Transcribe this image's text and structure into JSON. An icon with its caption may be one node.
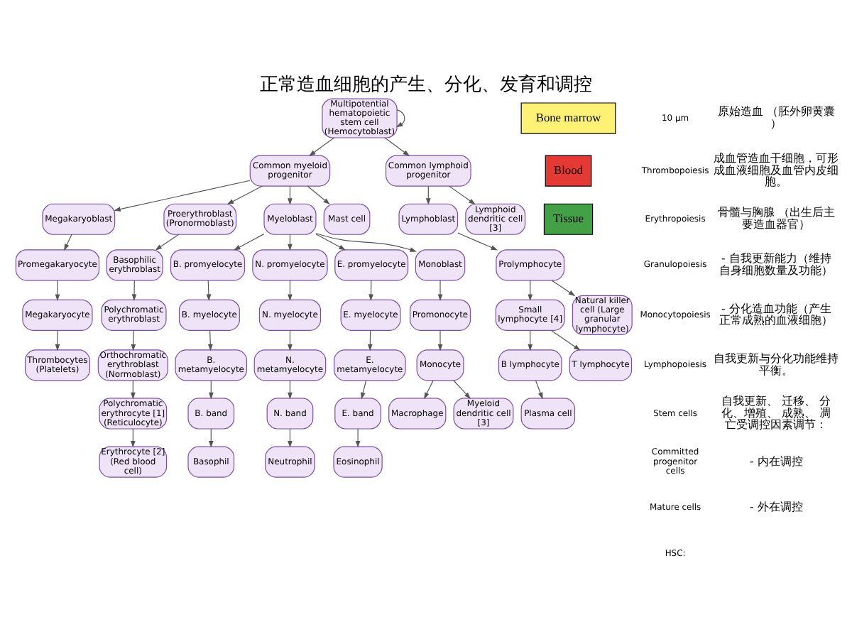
{
  "diagram": {
    "title": "正常造血细胞的产生、分化、发育和调控",
    "nodes": [
      {
        "text": [
          "Multipotential hematopoietic stem cell (Hemocytoblast)"
        ]
      },
      {
        "text": [
          "Common myeloid progenitor"
        ]
      },
      {
        "text": [
          "Common lymphoid progenitor"
        ]
      },
      {
        "text": [
          "Megakaryoblast"
        ]
      },
      {
        "text": [
          "Promegakaryocyte"
        ]
      },
      {
        "text": [
          "Megakaryocyte"
        ]
      },
      {
        "text": [
          "Thrombocytes (Platelets)"
        ]
      },
      {
        "text": [
          "Proerythroblast (Pronormoblast)"
        ]
      },
      {
        "text": [
          "Basophilic erythroblast"
        ]
      },
      {
        "text": [
          "Polychromatic erythroblast"
        ]
      },
      {
        "text": [
          "Orthochromatic erythroblast (Normoblast)"
        ]
      },
      {
        "text": [
          "Polychromatic erythrocyte [1] (Reticulocyte)"
        ]
      },
      {
        "text": [
          "Erythrocyte [2] (Red blood cell)"
        ]
      },
      {
        "text": [
          "Myeloblast"
        ]
      },
      {
        "text": [
          "B. promyelocyte"
        ]
      },
      {
        "text": [
          "N. promyelocyte"
        ]
      },
      {
        "text": [
          "E. promyelocyte"
        ]
      },
      {
        "text": [
          "Monoblast"
        ]
      },
      {
        "text": [
          "B. myelocyte"
        ]
      },
      {
        "text": [
          "N. myelocyte"
        ]
      },
      {
        "text": [
          "E. myelocyte"
        ]
      },
      {
        "text": [
          "Promonocyte"
        ]
      },
      {
        "text": [
          "B. metamyelocyte"
        ]
      },
      {
        "text": [
          "N. metamyelocyte"
        ]
      },
      {
        "text": [
          "E. metamyelocyte"
        ]
      },
      {
        "text": [
          "B. band"
        ]
      },
      {
        "text": [
          "N. band"
        ]
      },
      {
        "text": [
          "E. band"
        ]
      },
      {
        "text": [
          "Basophil"
        ]
      },
      {
        "text": [
          "Neutrophil"
        ]
      },
      {
        "text": [
          "Eosinophil"
        ]
      },
      {
        "text": [
          "Monocyte"
        ]
      },
      {
        "text": [
          "Mast cell"
        ]
      },
      {
        "text": [
          "Macrophage"
        ]
      },
      {
        "text": [
          "Myeloid dendritic cell [3]"
        ]
      },
      {
        "text": [
          "Lymphoblast"
        ]
      },
      {
        "text": [
          "Prolymphocyte"
        ]
      },
      {
        "text": [
          "Small lymphocyte [4]"
        ]
      },
      {
        "text": [
          "Natural killer cell (Large granular lymphocyte)"
        ]
      },
      {
        "text": [
          "B lymphocyte"
        ]
      },
      {
        "text": [
          "T lymphocyte"
        ]
      },
      {
        "text": [
          "Plasma cell"
        ]
      },
      {
        "text": [
          "Lymphoid dendritic cell [3]"
        ]
      },
      {
        "text": [
          "Bone marrow"
        ]
      },
      {
        "text": [
          "Blood"
        ]
      },
      {
        "text": [
          "Tissue"
        ]
      }
    ],
    "edges": [
      {
        "from": 0,
        "to": 0,
        "arrow": "to"
      },
      {
        "from": 0,
        "to": 1,
        "arrow": "to"
      },
      {
        "from": 0,
        "to": 2,
        "arrow": "to"
      },
      {
        "from": 1,
        "to": 3,
        "arrow": "to"
      },
      {
        "from": 1,
        "to": 7,
        "arrow": "to"
      },
      {
        "from": 1,
        "to": 13,
        "arrow": "to"
      },
      {
        "from": 1,
        "to": 32,
        "arrow": "to"
      },
      {
        "from": 3,
        "to": 4,
        "arrow": "to"
      },
      {
        "from": 4,
        "to": 5,
        "arrow": "to"
      },
      {
        "from": 5,
        "to": 6,
        "arrow": "to"
      },
      {
        "from": 7,
        "to": 8,
        "arrow": "to"
      },
      {
        "from": 8,
        "to": 9,
        "arrow": "to"
      },
      {
        "from": 9,
        "to": 10,
        "arrow": "to"
      },
      {
        "from": 10,
        "to": 11,
        "arrow": "to"
      },
      {
        "from": 11,
        "to": 12,
        "arrow": "to"
      },
      {
        "from": 13,
        "to": 14,
        "arrow": "to"
      },
      {
        "from": 13,
        "to": 15,
        "arrow": "to"
      },
      {
        "from": 13,
        "to": 16,
        "arrow": "to"
      },
      {
        "from": 13,
        "to": 17,
        "arrow": "to"
      },
      {
        "from": 14,
        "to": 18,
        "arrow": "to"
      },
      {
        "from": 15,
        "to": 19,
        "arrow": "to"
      },
      {
        "from": 16,
        "to": 20,
        "arrow": "to"
      },
      {
        "from": 17,
        "to": 21,
        "arrow": "to"
      },
      {
        "from": 18,
        "to": 22,
        "arrow": "to"
      },
      {
        "from": 19,
        "to": 23,
        "arrow": "to"
      },
      {
        "from": 20,
        "to": 24,
        "arrow": "to"
      },
      {
        "from": 22,
        "to": 25,
        "arrow": "to"
      },
      {
        "from": 23,
        "to": 26,
        "arrow": "to"
      },
      {
        "from": 24,
        "to": 27,
        "arrow": "to"
      },
      {
        "from": 25,
        "to": 28,
        "arrow": "to"
      },
      {
        "from": 26,
        "to": 29,
        "arrow": "to"
      },
      {
        "from": 27,
        "to": 30,
        "arrow": "to"
      },
      {
        "from": 21,
        "to": 31,
        "arrow": "to"
      },
      {
        "from": 31,
        "to": 33,
        "arrow": "to"
      },
      {
        "from": 31,
        "to": 34,
        "arrow": "to"
      },
      {
        "from": 2,
        "to": 35,
        "arrow": "to"
      },
      {
        "from": 2,
        "to": 42,
        "arrow": "to"
      },
      {
        "from": 35,
        "to": 36,
        "arrow": "to"
      },
      {
        "from": 36,
        "to": 37,
        "arrow": "to"
      },
      {
        "from": 36,
        "to": 38,
        "arrow": "to"
      },
      {
        "from": 37,
        "to": 39,
        "arrow": "to"
      },
      {
        "from": 37,
        "to": 40,
        "arrow": "to"
      },
      {
        "from": 39,
        "to": 41,
        "arrow": "to"
      }
    ],
    "labels": [
      "10 µm",
      "Thrombopoiesis",
      "Erythropoiesis",
      "Granulopoiesis",
      "Monocytopoiesis",
      "Lymphopoiesis",
      "Stem cells",
      "Committed progenitor cells",
      "Mature cells",
      "原始造血 （胚外卵黄囊）",
      "成血管造血干细胞，可形成血液细胞及血管内皮细胞。",
      "骨髓与胸腺 （出生后主要造血器官）",
      "HSC:",
      "- 自我更新能力（维持自身细胞数量及功能）",
      "- 分化造血功能（产生正常成熟的血液细胞）",
      "自我更新与分化功能维持平衡。",
      "自我更新、 迁移、 分化、增殖、 成熟、 凋亡受调控因素调节：",
      "- 内在调控",
      "- 外在调控"
    ]
  }
}
